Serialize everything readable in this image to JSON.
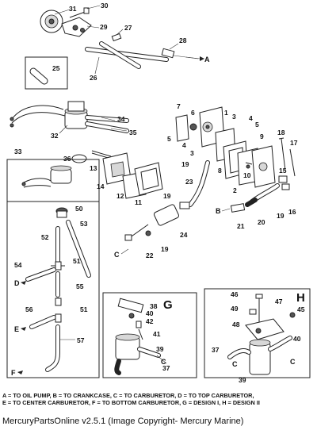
{
  "callouts": {
    "p31": "31",
    "p30": "30",
    "p29": "29",
    "p27": "27",
    "p28": "28",
    "p25": "25",
    "p26": "26",
    "p34": "34",
    "p32": "32",
    "p35": "35",
    "p33": "33",
    "p36": "36",
    "p13": "13",
    "p14": "14",
    "p12": "12",
    "p11": "11",
    "p7": "7",
    "p6": "6",
    "p5a": "5",
    "p4a": "4",
    "p3a": "3",
    "p1": "1",
    "p3b": "3",
    "p4b": "4",
    "p5b": "5",
    "p19a": "19",
    "p8": "8",
    "p2": "2",
    "p9": "9",
    "p10": "10",
    "p15": "15",
    "p18": "18",
    "p17": "17",
    "p16": "16",
    "p23": "23",
    "p19b": "19",
    "p19c": "19",
    "p20": "20",
    "p21": "21",
    "p24": "24",
    "p19d": "19",
    "p22": "22",
    "p50": "50",
    "p53": "53",
    "p52": "52",
    "p51a": "51",
    "p54": "54",
    "p55": "55",
    "p56": "56",
    "p51b": "51",
    "p57": "57",
    "p38": "38",
    "p40a": "40",
    "p42": "42",
    "p41": "41",
    "p39a": "39",
    "p37a": "37",
    "p46": "46",
    "p47": "47",
    "p49": "49",
    "p45": "45",
    "p48": "48",
    "p40b": "40",
    "p37b": "37",
    "p39b": "39"
  },
  "letters": {
    "A1": "A",
    "B1": "B",
    "C1": "C",
    "C2": "C",
    "D": "D",
    "E": "E",
    "F": "F",
    "C3": "C",
    "C4": "C"
  },
  "design_labels": {
    "g": "G",
    "h": "H"
  },
  "legend": {
    "line1": "A = TO OIL PUMP,   B = TO CRANKCASE,      C = TO CARBURETOR,       D = TO TOP CARBURETOR,",
    "line2": "E = TO CENTER CARBURETOR,     F = TO BOTTOM CARBURETOR,     G = DESIGN I,     H = DESIGN II"
  },
  "footer": "MercuryPartsOnline v2.5.1 (Image Copyright- Mercury Marine)"
}
